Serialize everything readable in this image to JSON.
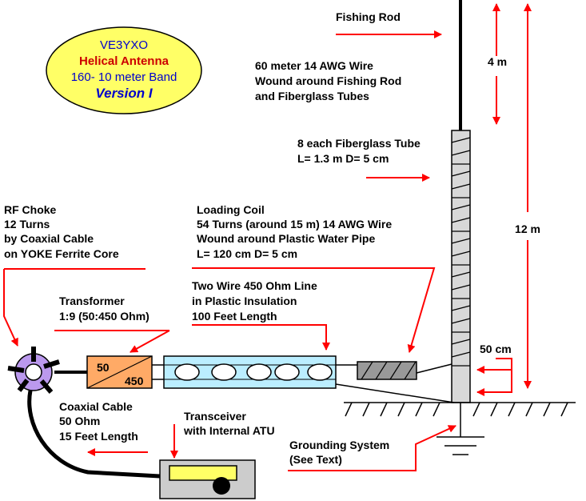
{
  "title_badge": {
    "line1": "VE3YXO",
    "line2": "Helical Antenna",
    "line3": "160- 10 meter Band",
    "line4": "Version I",
    "colors": {
      "fill": "#ffff66",
      "line1": "#0000cc",
      "line2": "#cc0000",
      "line3": "#0000cc",
      "line4": "#0000cc"
    }
  },
  "labels": {
    "fishing_rod": "Fishing Rod",
    "wire": [
      "60 meter 14 AWG Wire",
      "Wound around Fishing Rod",
      "and Fiberglass Tubes"
    ],
    "fiberglass": [
      "8 each Fiberglass Tube",
      "L= 1.3 m D= 5 cm"
    ],
    "rf_choke": [
      "RF Choke",
      "12 Turns",
      "by Coaxial Cable",
      "on YOKE Ferrite Core"
    ],
    "loading_coil": [
      "Loading Coil",
      "54 Turns (around 15 m) 14 AWG Wire",
      "Wound around Plastic Water Pipe",
      "L= 120 cm D= 5 cm"
    ],
    "transformer": [
      "Transformer",
      "1:9 (50:450 Ohm)"
    ],
    "two_wire": [
      "Two Wire 450 Ohm Line",
      "in Plastic Insulation",
      "100 Feet Length"
    ],
    "coax": [
      "Coaxial Cable",
      "50 Ohm",
      "15 Feet Length"
    ],
    "transceiver": [
      "Transceiver",
      "with Internal ATU"
    ],
    "grounding": [
      "Grounding System",
      "(See Text)"
    ]
  },
  "dimensions": {
    "top_section": "4 m",
    "total_height": "12 m",
    "gap": "50 cm"
  },
  "transformer_box": {
    "left": "50",
    "right": "450",
    "fill": "#ffaa66"
  },
  "line_box_fill": "#bbeeff",
  "choke_fill": "#bb99ee",
  "arrow_color": "#ff0000"
}
